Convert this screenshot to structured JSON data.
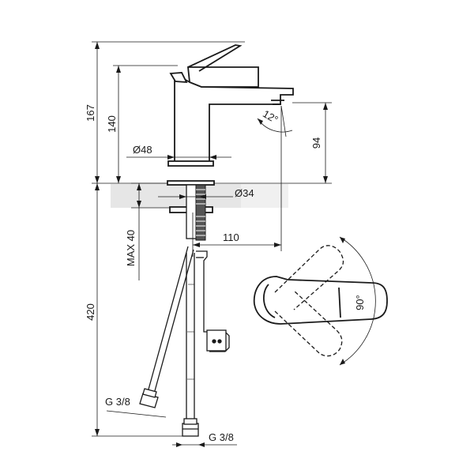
{
  "dimensions": {
    "overall_height": "167",
    "body_height": "140",
    "spout_height": "94",
    "body_diameter": "Ø48",
    "hole_diameter": "Ø34",
    "spout_reach": "110",
    "max_deck": "MAX 40",
    "hose_length": "420",
    "spout_angle": "12°",
    "lever_rotation": "90°",
    "thread_left": "G 3/8",
    "thread_right": "G 3/8"
  }
}
